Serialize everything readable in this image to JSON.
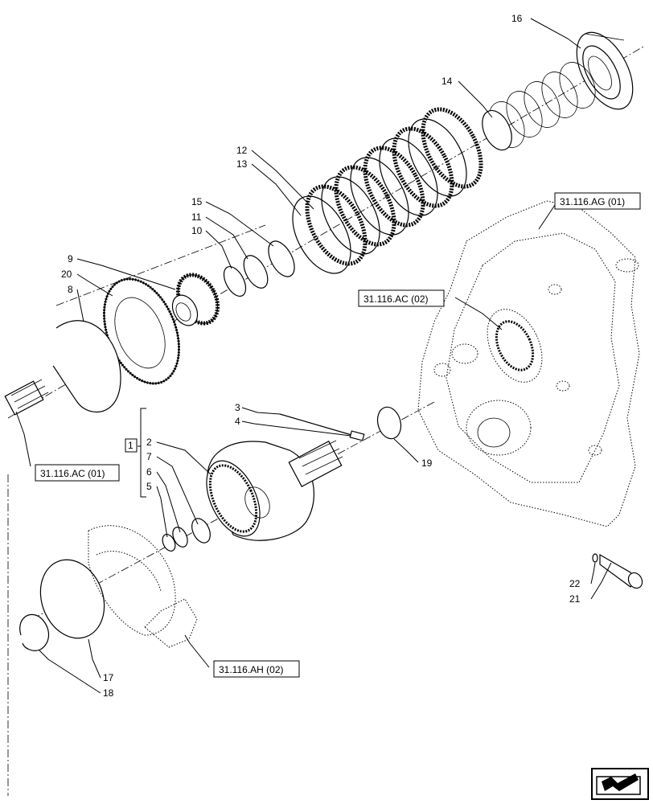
{
  "callouts": {
    "c2": "2",
    "c3": "3",
    "c4": "4",
    "c5": "5",
    "c6": "6",
    "c7": "7",
    "c8": "8",
    "c9": "9",
    "c10": "10",
    "c11": "11",
    "c12": "12",
    "c13": "13",
    "c14": "14",
    "c15": "15",
    "c16": "16",
    "c17": "17",
    "c18": "18",
    "c19": "19",
    "c20": "20",
    "c21": "21",
    "c22": "22"
  },
  "group_label": "1",
  "references": {
    "ag01": "31.116.AG (01)",
    "ac02": "31.116.AC (02)",
    "ac01": "31.116.AC (01)",
    "ah02": "31.116.AH (02)"
  },
  "icons": {
    "corner": "continue-arrow-icon"
  }
}
